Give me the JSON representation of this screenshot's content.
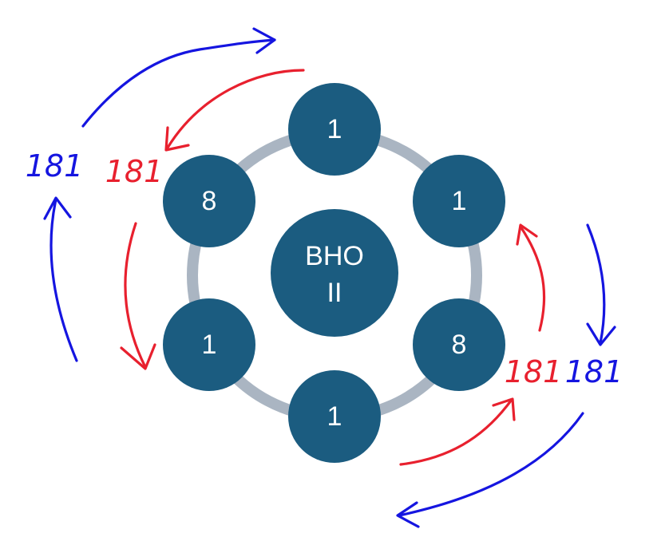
{
  "colors": {
    "node_fill": "#1b5c80",
    "ring": "#aab5c2",
    "node_text": "#ffffff",
    "red_ink": "#e8202e",
    "blue_ink": "#1515e0"
  },
  "diagram": {
    "center": {
      "line1": "BHO",
      "line2": "II"
    },
    "nodes": [
      {
        "label": "1"
      },
      {
        "label": "1"
      },
      {
        "label": "8"
      },
      {
        "label": "1"
      },
      {
        "label": "1"
      },
      {
        "label": "8"
      }
    ]
  },
  "annotations": {
    "blue_left": "181",
    "red_left": "181",
    "red_right": "181",
    "blue_right": "181"
  }
}
